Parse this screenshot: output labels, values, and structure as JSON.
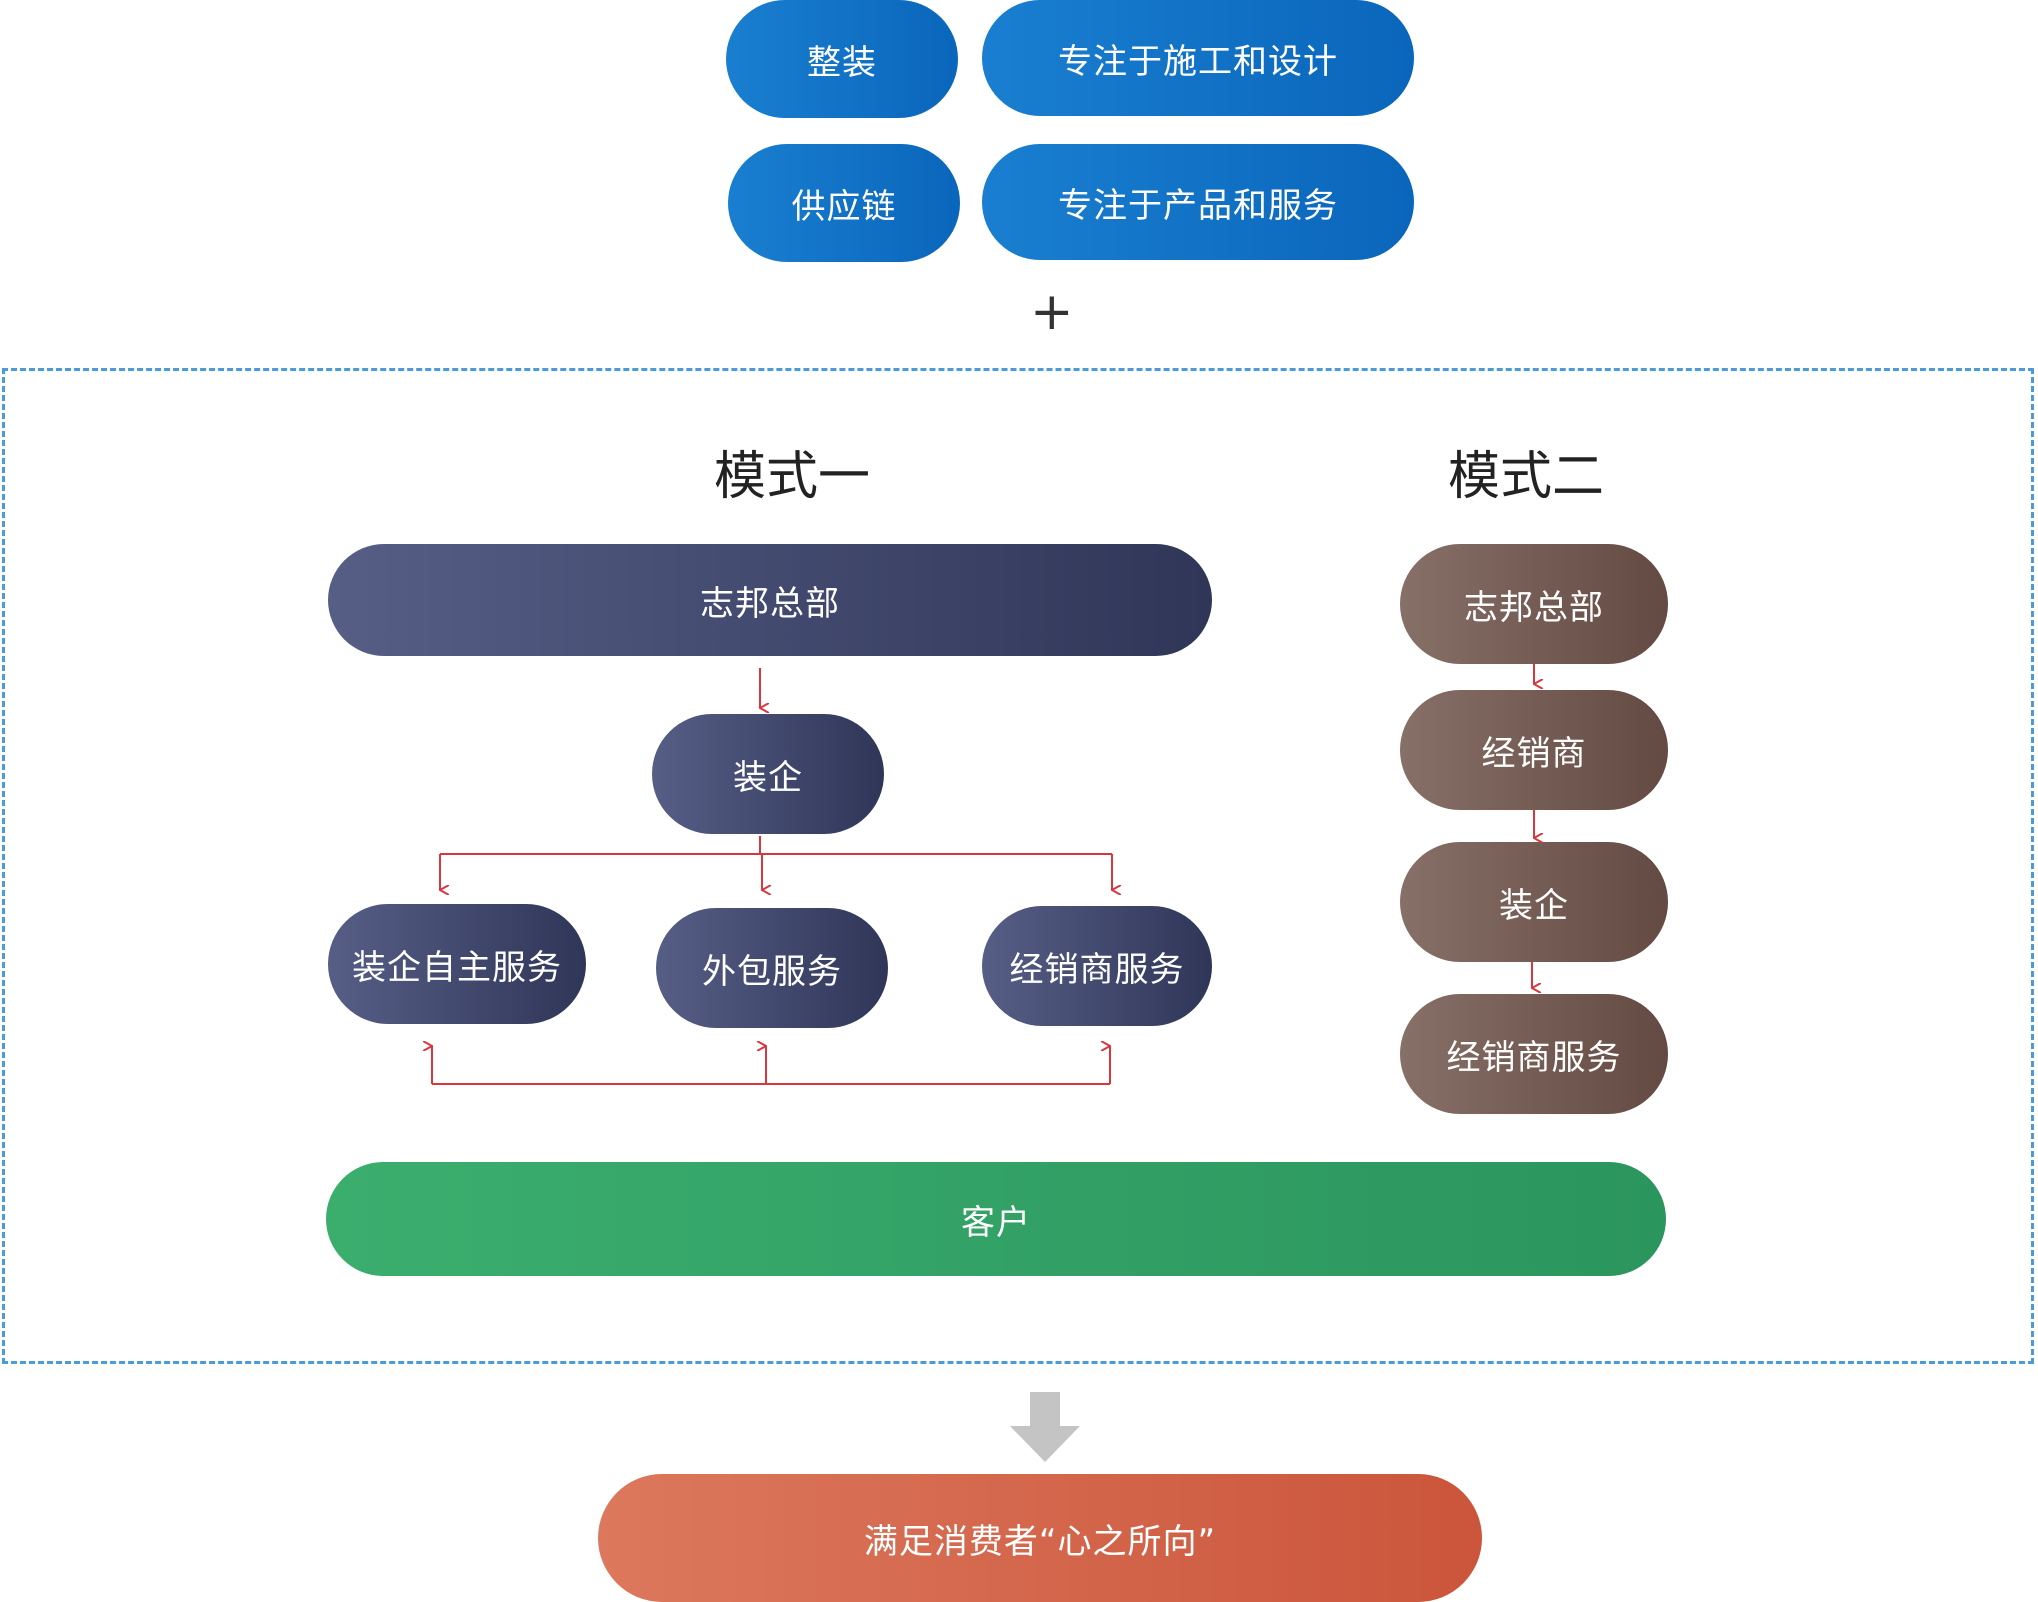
{
  "top": {
    "row1": {
      "tag": "整装",
      "desc": "专注于施工和设计"
    },
    "row2": {
      "tag": "供应链",
      "desc": "专注于产品和服务"
    },
    "plus": "+"
  },
  "mode1": {
    "title": "模式一",
    "hq": "志邦总部",
    "company": "装企",
    "services": [
      "装企自主服务",
      "外包服务",
      "经销商服务"
    ]
  },
  "mode2": {
    "title": "模式二",
    "steps": [
      "志邦总部",
      "经销商",
      "装企",
      "经销商服务"
    ]
  },
  "customer": "客户",
  "result": "满足消费者“心之所向”",
  "colors": {
    "blue": "#0a66bb",
    "navy": "#2f3658",
    "brown": "#634a42",
    "green": "#2b955e",
    "coral": "#cb553b",
    "arrow_red": "#d9363e",
    "dash_blue": "#4a9bd9",
    "down_arrow_gray": "#c4c4c4"
  }
}
